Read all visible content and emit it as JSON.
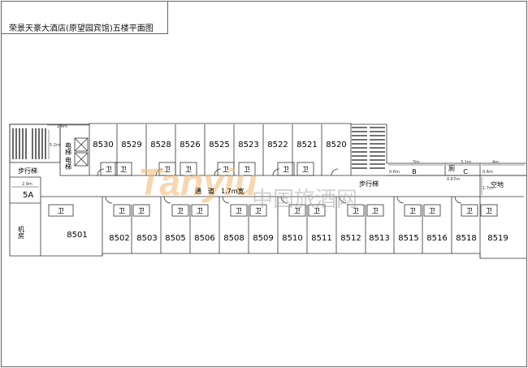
{
  "title": "荣景天豪大酒店(原望园宾馆)五楼平面图",
  "top_rooms": [
    "8530",
    "8529",
    "8528",
    "8526",
    "8525",
    "8523",
    "8522",
    "8521",
    "8520"
  ],
  "bottom_rooms": [
    "8501",
    "8502",
    "8503",
    "8505",
    "8506",
    "8508",
    "8509",
    "8510",
    "8511",
    "8512",
    "8513",
    "8515",
    "8516",
    "8518",
    "8519"
  ],
  "bathroom": "卫",
  "elevator": "电梯",
  "stairs": "步行梯",
  "room_5a": "5A",
  "machine_room": "机房",
  "corridor": "通　道　1.7m宽",
  "room_b": "B",
  "room_c": "C",
  "toilet_small": "厕",
  "empty_land": "空地",
  "dims": {
    "d26": "2.6m",
    "d52": "5.2m",
    "d29": "2.9m",
    "d7": "7m",
    "d31": "3.1m",
    "d4": "4m",
    "d06": "0.6m",
    "d067": "0.67m",
    "d17": "1.7m"
  },
  "watermark": {
    "brand": "Tanyiu",
    "cn": "中国旅酒网"
  }
}
